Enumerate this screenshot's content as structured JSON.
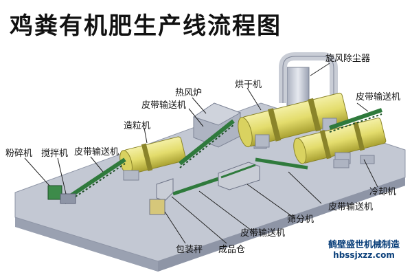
{
  "title": "鸡粪有机肥生产线流程图",
  "labels": {
    "cyclone": "旋风除尘器",
    "hot_stove": "热风炉",
    "conveyor_top": "皮带输送机",
    "dryer": "烘干机",
    "conveyor_right": "皮带输送机",
    "granulator": "造粒机",
    "crusher": "粉碎机",
    "mixer": "搅拌机",
    "conveyor_left": "皮带输送机",
    "cooler": "冷却机",
    "conveyor_mid": "皮带输送机",
    "screener": "筛分机",
    "conveyor_bottom": "皮带输送机",
    "packer": "包装秤",
    "warehouse": "成品仓"
  },
  "brand": {
    "name": "鹤壁盛世机械制造",
    "url": "hbssjxzz.com"
  },
  "colors": {
    "platform_top": "#b9bfcc",
    "platform_side": "#8e95a6",
    "drum": "#e8e27a",
    "drum_dark": "#b5ad3a",
    "belt": "#2f7a3c",
    "machine": "#c9cdd6",
    "brand": "#0a3f7a"
  }
}
